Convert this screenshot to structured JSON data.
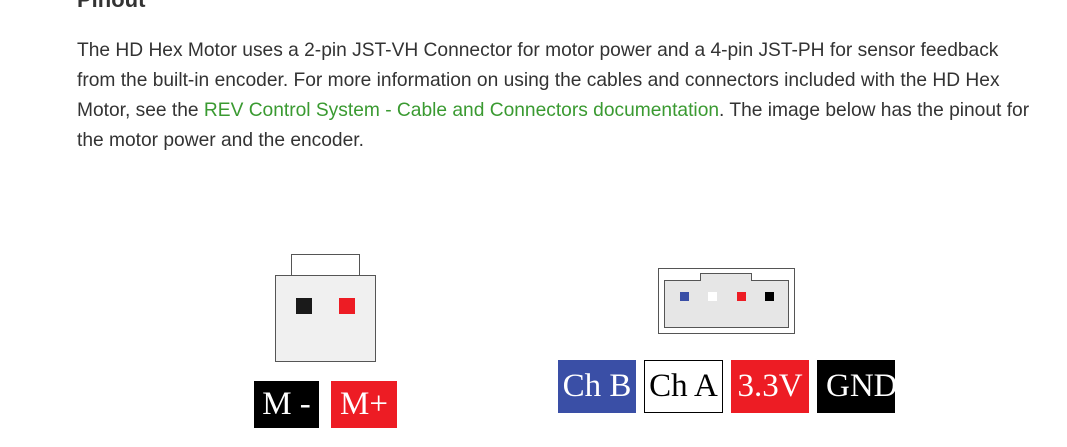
{
  "section": {
    "heading": "Pinout"
  },
  "paragraph": {
    "text_before": "The HD Hex Motor uses a 2-pin JST-VH Connector for motor power and a 4-pin JST-PH for sensor feedback from the built-in encoder. For more information on using the cables and connectors included with the HD Hex Motor, see the ",
    "link_text": "REV Control System - Cable and Connectors documentation",
    "text_after": ". The image below has the pinout for the motor power and the encoder."
  },
  "motor_connector": {
    "labels": [
      "M -",
      "M+"
    ],
    "pin_colors": [
      "#1a1a1a",
      "#ed1c24"
    ],
    "label_colors": [
      {
        "bg": "#000000",
        "fg": "#ffffff"
      },
      {
        "bg": "#ed1c24",
        "fg": "#ffffff"
      }
    ]
  },
  "encoder_connector": {
    "labels": [
      "Ch B",
      "Ch A",
      "3.3V",
      "GND"
    ],
    "pin_colors": [
      "#3a4fa6",
      "#ffffff",
      "#ed1c24",
      "#000000"
    ],
    "label_colors": [
      {
        "bg": "#3a4fa6",
        "fg": "#ffffff"
      },
      {
        "bg": "#ffffff",
        "fg": "#000000"
      },
      {
        "bg": "#ed1c24",
        "fg": "#ffffff"
      },
      {
        "bg": "#000000",
        "fg": "#ffffff"
      }
    ]
  },
  "colors": {
    "link": "#3a9a31",
    "text": "#333333",
    "connector_fill": "#f0f0f0",
    "connector_inner": "#e6e6e6",
    "connector_outline": "#555555"
  }
}
